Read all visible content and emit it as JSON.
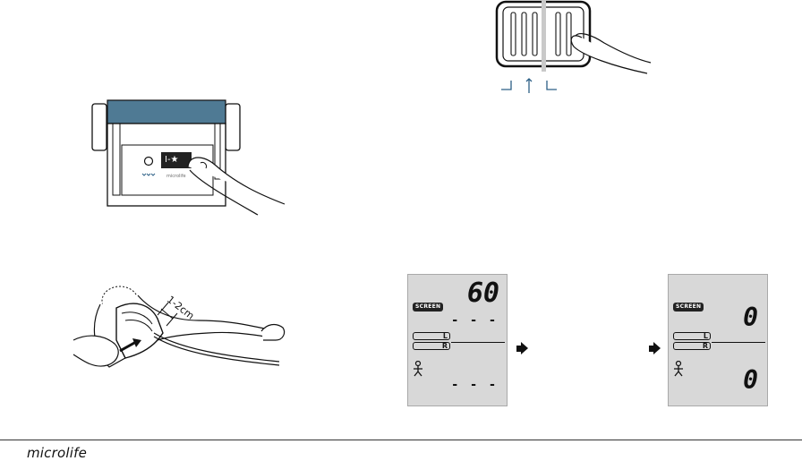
{
  "brand": "microlife",
  "cuff_figure": {
    "distance_label": "1-2cm"
  },
  "device_figure": {
    "button_symbol": "I-★",
    "device_brand_mark": "microlife"
  },
  "lcd_first": {
    "mode_badge": "SCREEN",
    "top_value": "60",
    "middle_value": "- - -",
    "bottom_value": "- - -",
    "arm_left": "L",
    "arm_right": "R"
  },
  "lcd_second": {
    "mode_badge": "SCREEN",
    "top_value": "0",
    "bottom_value": "0",
    "arm_left": "L",
    "arm_right": "R"
  },
  "colors": {
    "accent_blue": "#4f7a94",
    "lcd_bg": "#d8d8d8"
  },
  "icons": [
    "switch-icon",
    "finger-icon",
    "arrow-right-icon",
    "person-icon",
    "arm-icon"
  ]
}
